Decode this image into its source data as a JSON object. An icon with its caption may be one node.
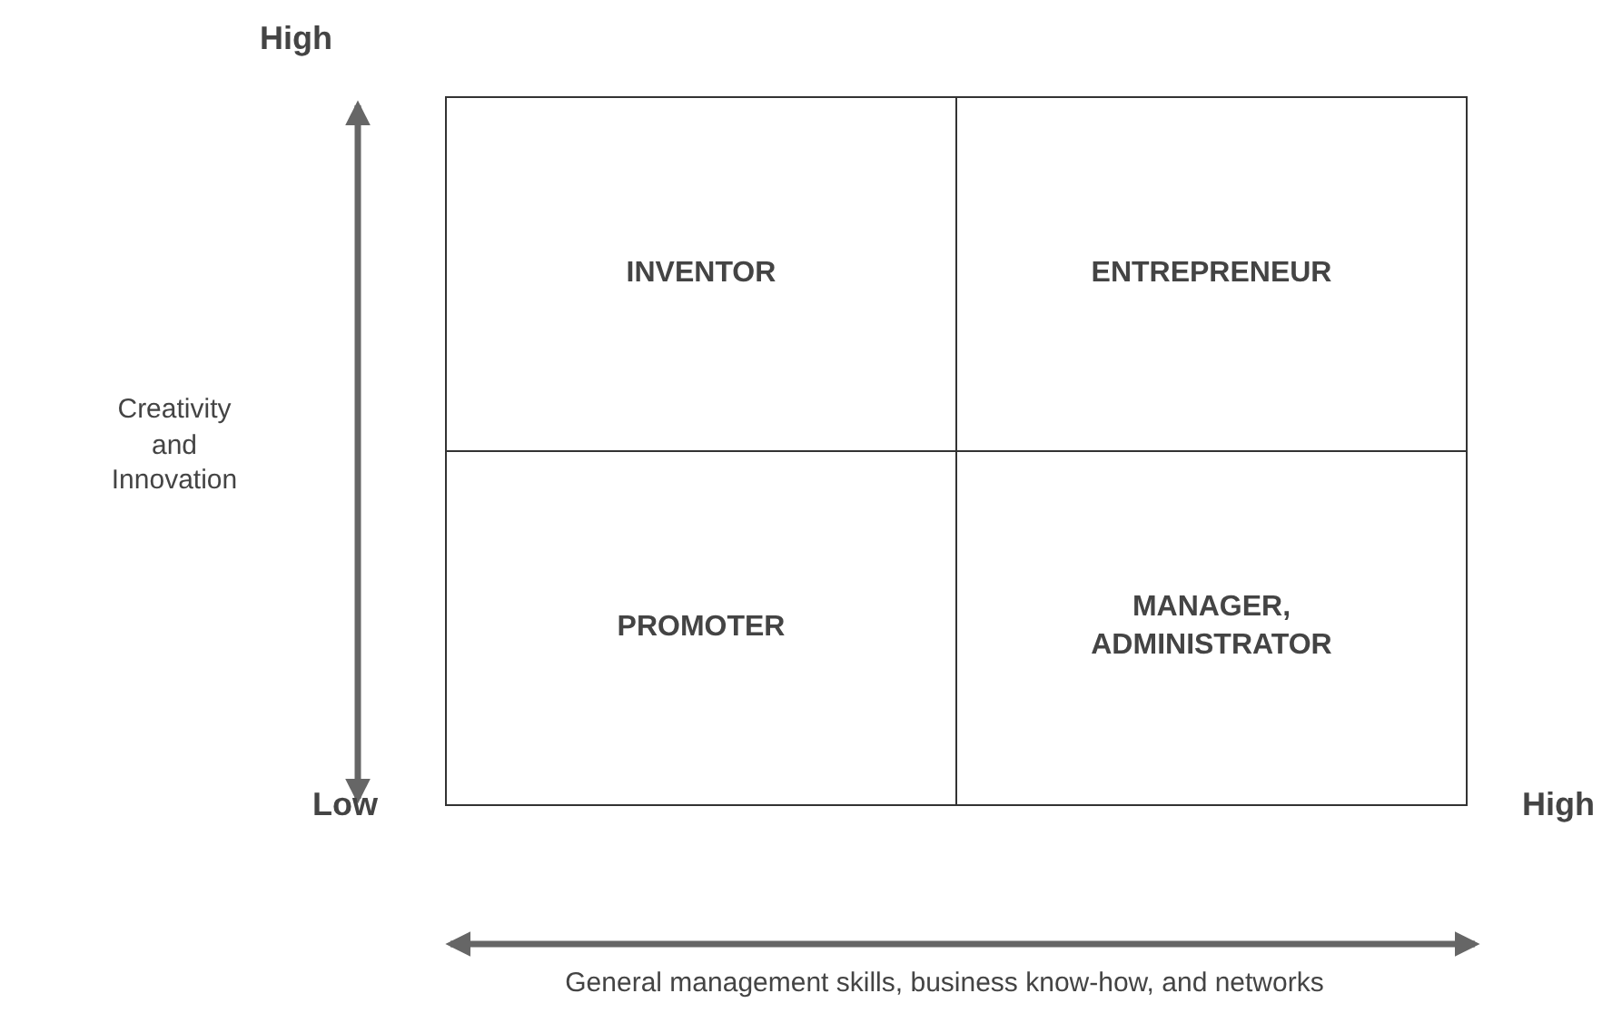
{
  "diagram": {
    "nodes": [
      {
        "text": [
          "INVENTOR"
        ]
      },
      {
        "text": [
          "ENTREPRENEUR"
        ]
      },
      {
        "text": [
          "PROMOTER"
        ]
      },
      {
        "text": [
          "MANAGER, ADMINISTRATOR"
        ]
      }
    ],
    "labels": [
      "High",
      "Creativity and Innovation",
      "Low",
      "High",
      "General management skills, business know-how, and networks"
    ]
  }
}
